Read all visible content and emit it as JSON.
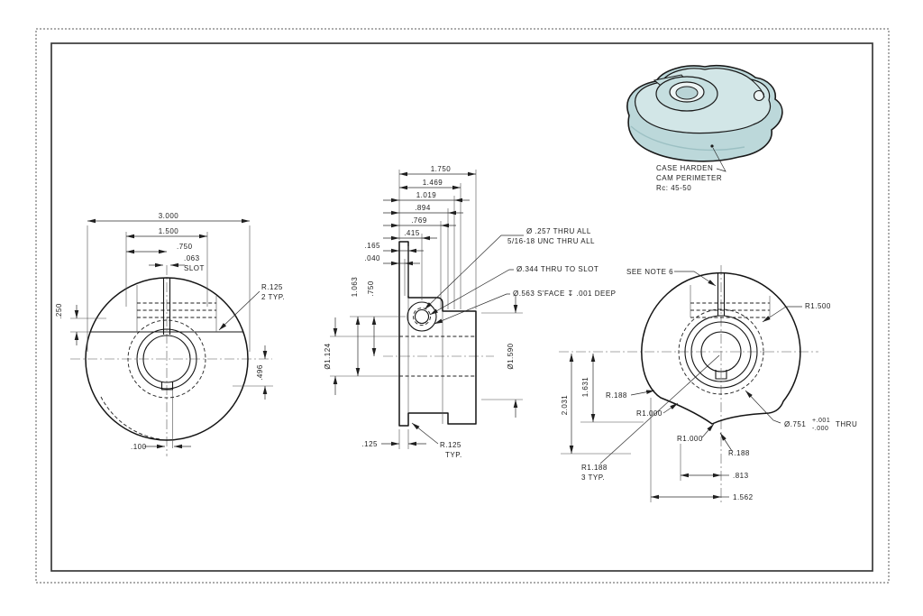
{
  "iso": {
    "note1": "CASE HARDEN",
    "note2": "CAM PERIMETER",
    "note3": "Rc: 45-50",
    "body_color": "#bcd8da",
    "top_color": "#d2e6e7",
    "outline_color": "#1a1a1a"
  },
  "front": {
    "overall": "3.000",
    "span": "1.500",
    "hub": ".750",
    "slot_width": ".063",
    "slot_word": "SLOT",
    "fillet": "R.125",
    "fillet_qty": "2 TYP.",
    "step_depth": ".250",
    "hub_offset": ".496",
    "key_offset": ".100"
  },
  "side": {
    "len1": "1.750",
    "len2": "1.469",
    "len3": "1.019",
    "len4": ".894",
    "len5": ".769",
    "len6": ".415",
    "len7": ".165",
    "len8": ".040",
    "height1": "1.063",
    "height2": ".750",
    "bore_dia": "Ø1.124",
    "hub_dia": "Ø1.590",
    "plate_thk": ".125",
    "fillet": "R.125",
    "fillet_typ": "TYP.",
    "callout_tap_1": "Ø .257 THRU ALL",
    "callout_tap_2": "5/16-18 UNC THRU ALL",
    "callout_cross": "Ø.344 THRU TO SLOT",
    "callout_sface": "Ø.563 S'FACE ↧ .001 DEEP"
  },
  "cam": {
    "note": "SEE NOTE 6",
    "r_outer": "R1.500",
    "r_fillet_1": "R.188",
    "r_lobe_1": "R1.000",
    "r_lobe_2": "R1.000",
    "r_fillet_2": "R.188",
    "v_dim_1": "1.631",
    "v_dim_2": "2.031",
    "r_typ": "R1.188",
    "r_typ_qty": "3 TYP.",
    "h_dim_1": ".813",
    "h_dim_2": "1.562",
    "bore": "Ø.751",
    "tol_plus": "+.001",
    "tol_minus": "-.000",
    "thru": "THRU"
  }
}
